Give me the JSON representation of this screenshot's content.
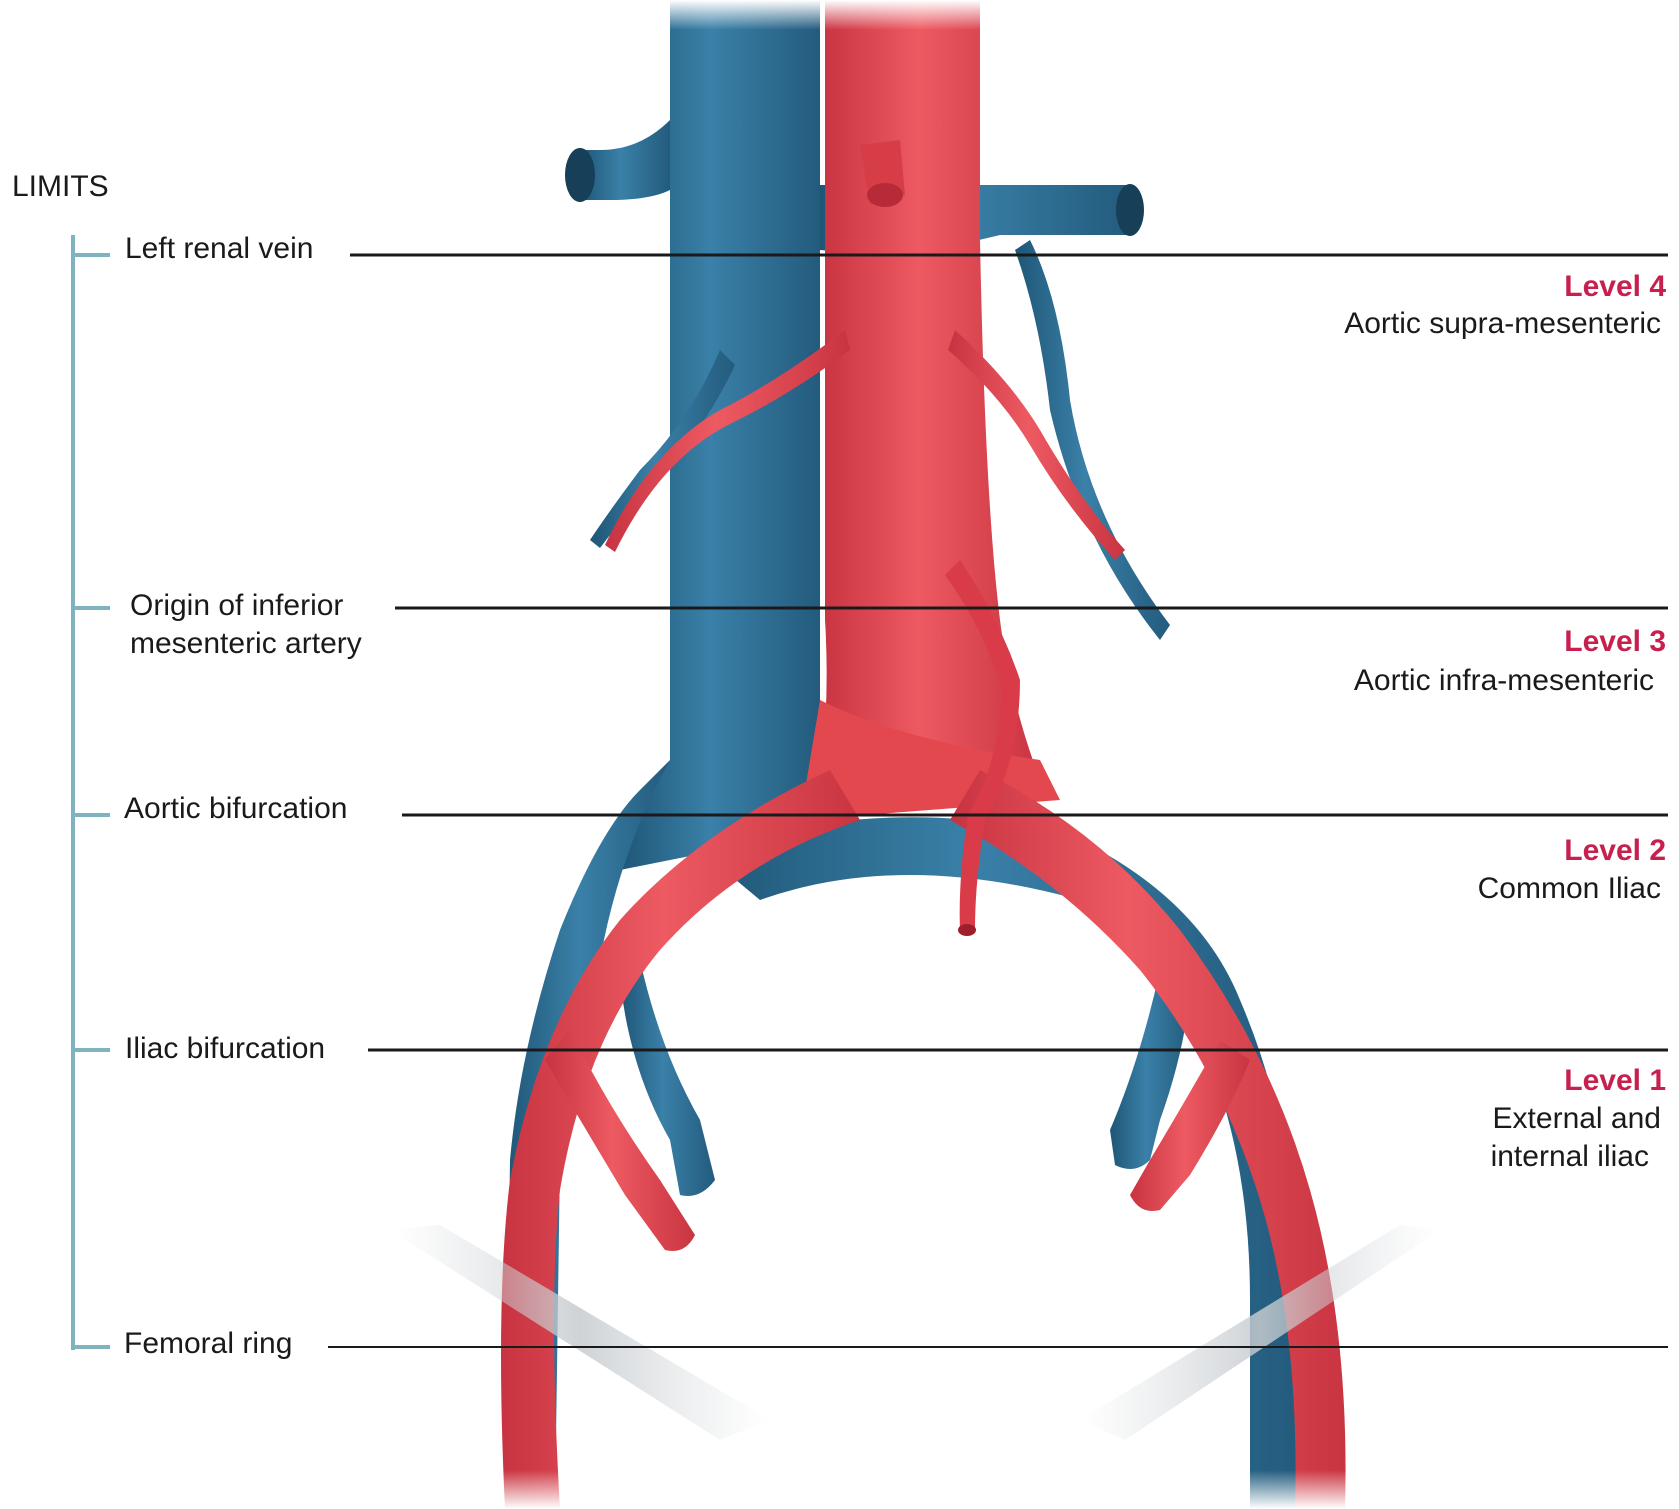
{
  "limits_heading": "LIMITS",
  "limits": [
    {
      "label": "Left renal vein"
    },
    {
      "label": "Origin of inferior\nmesenteric artery"
    },
    {
      "label": "Aortic bifurcation"
    },
    {
      "label": "Iliac bifurcation"
    },
    {
      "label": "Femoral ring"
    }
  ],
  "levels": [
    {
      "name": "Level 4",
      "description": "Aortic supra-mesenteric"
    },
    {
      "name": "Level 3",
      "description": "Aortic infra-mesenteric"
    },
    {
      "name": "Level 2",
      "description": "Common Iliac"
    },
    {
      "name": "Level 1",
      "description": "External and\ninternal iliac"
    }
  ],
  "colors": {
    "artery": "#e0454f",
    "vein": "#2e6e96",
    "bracket": "#7fb3bd",
    "level_label": "#c8204e",
    "text": "#1a1a1a",
    "line": "#1a1a1a"
  }
}
